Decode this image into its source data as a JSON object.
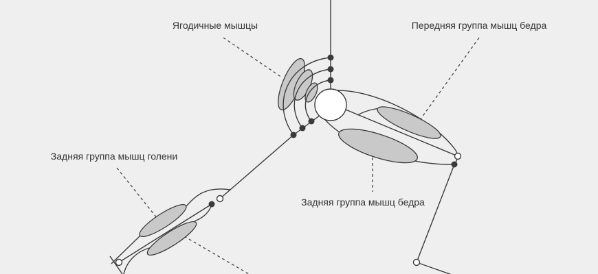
{
  "labels": {
    "gluteal": "Ягодичные мышцы",
    "front_thigh": "Передняя группа мышц бедра",
    "back_thigh": "Задняя группа мышц бедра",
    "back_shin": "Задняя группа мышц голени"
  },
  "colors": {
    "background": "#efefef",
    "muscle": "#c9c9c9",
    "line": "#3a3a3a"
  }
}
